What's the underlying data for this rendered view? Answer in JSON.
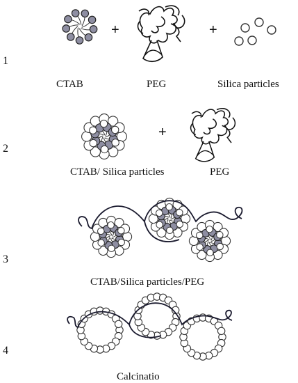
{
  "steps": [
    {
      "number": "1",
      "components": [
        "CTAB",
        "PEG",
        "Silica particles"
      ],
      "operators": [
        "+",
        "+"
      ]
    },
    {
      "number": "2",
      "components": [
        "CTAB/ Silica particles",
        "PEG"
      ],
      "operators": [
        "+"
      ]
    },
    {
      "number": "3",
      "components": [
        "CTAB/Silica particles/PEG"
      ],
      "operators": []
    },
    {
      "number": "4",
      "components": [
        "Calcinatio"
      ],
      "operators": []
    }
  ],
  "colors": {
    "ctab_fill": "#8e8ea2",
    "outline": "#222222",
    "background": "#ffffff"
  }
}
